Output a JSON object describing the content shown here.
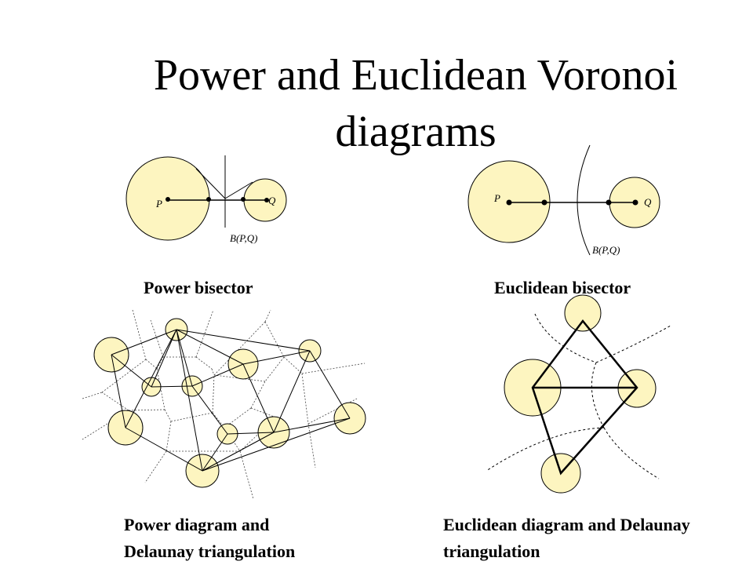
{
  "title": "Power and Euclidean Voronoi diagrams",
  "power_bisector": {
    "label_p": "P",
    "label_q": "Q",
    "label_bisector": "B(P,Q)",
    "caption": "Power bisector"
  },
  "euclidean_bisector": {
    "label_p": "P",
    "label_q": "Q",
    "label_bisector": "B(P,Q)",
    "caption": "Euclidean bisector"
  },
  "power_diagram": {
    "caption_line1": "Power diagram and",
    "caption_line2": "Delaunay triangulation"
  },
  "euclidean_diagram": {
    "caption_line1": "Euclidean diagram and Delaunay",
    "caption_line2": "triangulation"
  },
  "colors": {
    "disk_fill": "#fdf5c0",
    "stroke": "#000000"
  }
}
